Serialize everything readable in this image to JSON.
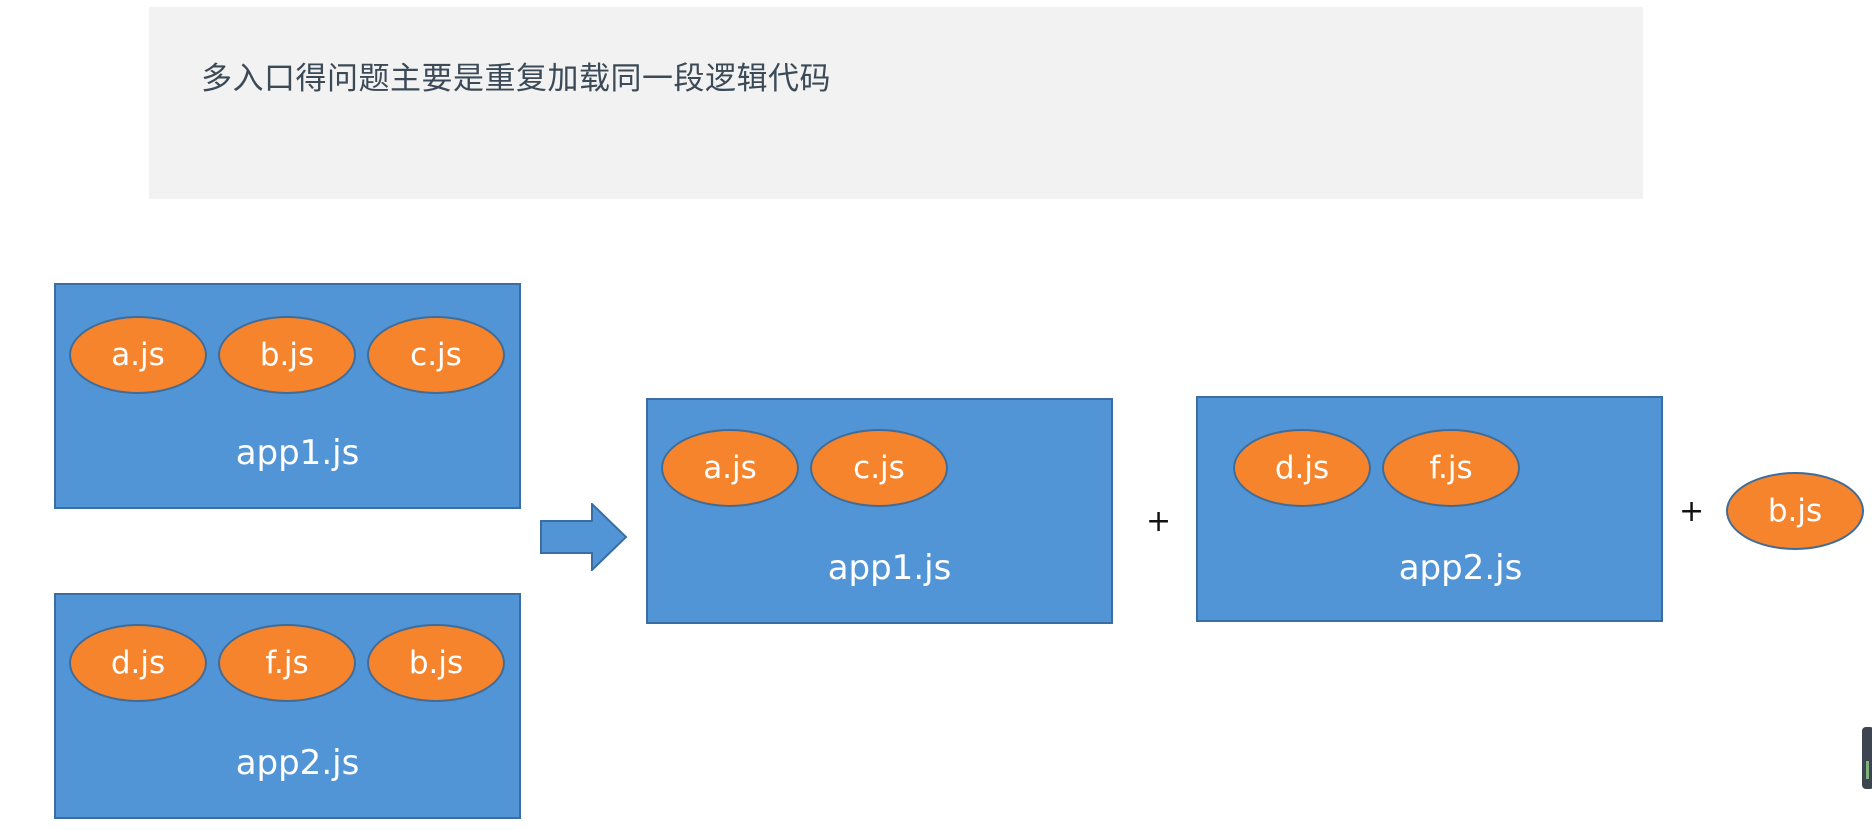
{
  "note": {
    "text": "多入口得问题主要是重复加载同一段逻辑代码"
  },
  "before": {
    "app1": {
      "label": "app1.js",
      "modules": [
        "a.js",
        "b.js",
        "c.js"
      ]
    },
    "app2": {
      "label": "app2.js",
      "modules": [
        "d.js",
        "f.js",
        "b.js"
      ]
    }
  },
  "after": {
    "app1": {
      "label": "app1.js",
      "modules": [
        "a.js",
        "c.js"
      ]
    },
    "app2": {
      "label": "app2.js",
      "modules": [
        "d.js",
        "f.js"
      ]
    },
    "shared": "b.js",
    "plus": "+"
  },
  "colors": {
    "box_fill": "#5295d7",
    "module_fill": "#f5842c",
    "note_bg": "#f2f2f2"
  }
}
